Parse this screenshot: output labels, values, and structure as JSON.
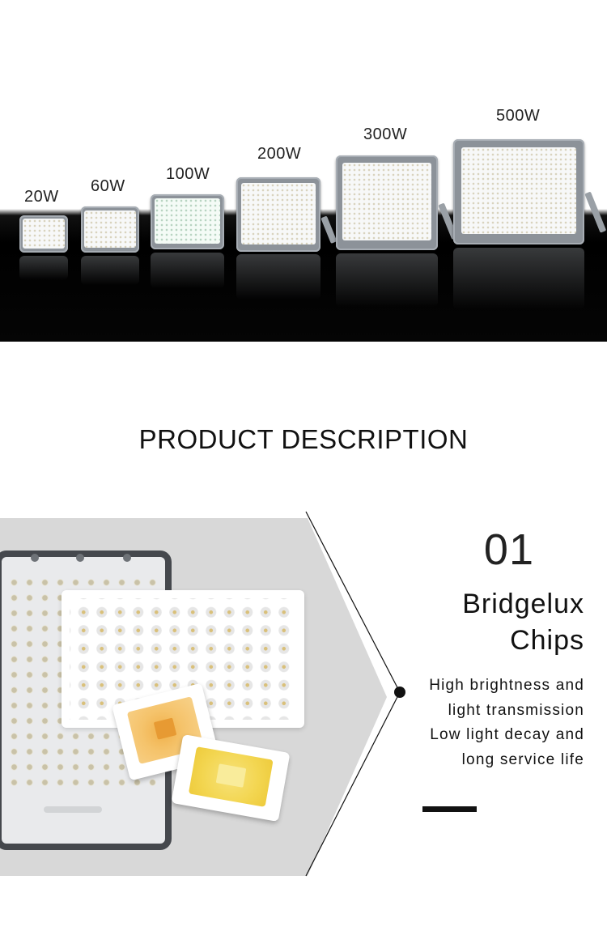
{
  "lineup": {
    "wattages": [
      "20W",
      "60W",
      "100W",
      "200W",
      "300W",
      "500W"
    ]
  },
  "section": {
    "title": "PRODUCT DESCRIPTION"
  },
  "feature": {
    "number": "01",
    "heading_line1": "Bridgelux",
    "heading_line2": "Chips",
    "desc_line1": "High brightness and",
    "desc_line2": "light transmission",
    "desc_line3": "Low light decay and",
    "desc_line4": "long service life"
  },
  "colors": {
    "accent": "#111111",
    "panel_bg": "#d8d8d8",
    "chip_warm": "#f5c36b",
    "chip_yellow": "#f3d651"
  }
}
